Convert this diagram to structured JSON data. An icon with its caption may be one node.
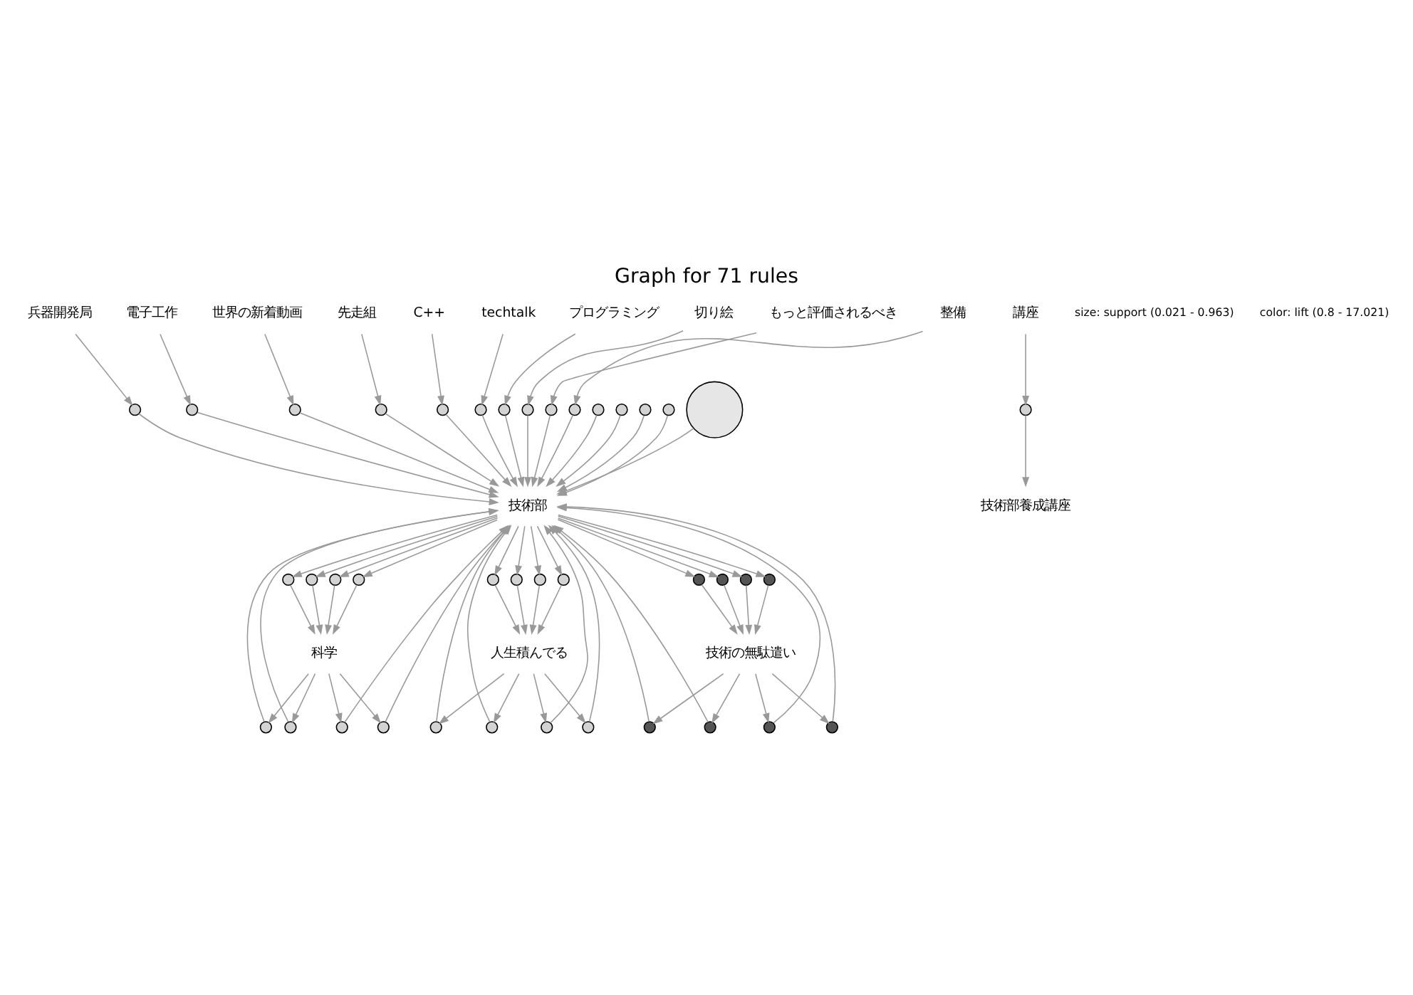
{
  "diagram": {
    "title": "Graph for 71 rules",
    "nodes": [
      {
        "text": [
          "兵器開発局"
        ]
      },
      {
        "text": [
          "電子工作"
        ]
      },
      {
        "text": [
          "世界の新着動画"
        ]
      },
      {
        "text": [
          "先走組"
        ]
      },
      {
        "text": [
          "C++"
        ]
      },
      {
        "text": [
          "techtalk"
        ]
      },
      {
        "text": [
          "プログラミング"
        ]
      },
      {
        "text": [
          "切り絵"
        ]
      },
      {
        "text": [
          "もっと評価されるべき"
        ]
      },
      {
        "text": [
          "整備"
        ]
      },
      {
        "text": [
          "技術部養成講座"
        ]
      },
      {
        "text": [
          "講座"
        ]
      },
      {
        "text": [
          "技術部"
        ]
      },
      {
        "text": [
          "科学"
        ]
      },
      {
        "text": [
          "技術の無駄遣い"
        ]
      },
      {
        "text": [
          "人生積んでる"
        ]
      },
      {
        "text": [],
        "shape": "circle"
      },
      {
        "text": [],
        "shape": "circle"
      },
      {
        "text": [],
        "shape": "circle"
      },
      {
        "text": [],
        "shape": "circle"
      },
      {
        "text": [],
        "shape": "circle"
      },
      {
        "text": [],
        "shape": "circle"
      },
      {
        "text": [],
        "shape": "circle"
      },
      {
        "text": [],
        "shape": "circle"
      },
      {
        "text": [],
        "shape": "circle"
      },
      {
        "text": [],
        "shape": "circle"
      },
      {
        "text": [],
        "shape": "circle"
      },
      {
        "text": [],
        "shape": "circle"
      },
      {
        "text": [],
        "shape": "circle"
      },
      {
        "text": [],
        "shape": "circle"
      },
      {
        "text": [],
        "shape": "circle"
      },
      {
        "text": [],
        "shape": "circle"
      },
      {
        "text": [],
        "shape": "circle"
      },
      {
        "text": [],
        "shape": "circle"
      },
      {
        "text": [],
        "shape": "circle"
      },
      {
        "text": [],
        "shape": "circle"
      },
      {
        "text": [],
        "shape": "circle"
      },
      {
        "text": [],
        "shape": "circle"
      },
      {
        "text": [],
        "shape": "circle"
      },
      {
        "text": [],
        "shape": "circle"
      },
      {
        "text": [],
        "shape": "circle"
      },
      {
        "text": [],
        "shape": "circle"
      },
      {
        "text": [],
        "shape": "circle"
      },
      {
        "text": [],
        "shape": "circle"
      },
      {
        "text": [],
        "shape": "circle"
      },
      {
        "text": [],
        "shape": "circle"
      },
      {
        "text": [],
        "shape": "circle"
      },
      {
        "text": [],
        "shape": "circle"
      },
      {
        "text": [],
        "shape": "circle"
      },
      {
        "text": [],
        "shape": "circle"
      },
      {
        "text": [],
        "shape": "circle"
      },
      {
        "text": [],
        "shape": "circle"
      },
      {
        "text": [],
        "shape": "circle"
      },
      {
        "text": [],
        "shape": "circle"
      },
      {
        "text": [],
        "shape": "circle"
      },
      {
        "text": [],
        "shape": "circle"
      }
    ],
    "edges": [
      {
        "from": 0,
        "to": 16,
        "arrow": "to"
      },
      {
        "from": 16,
        "to": 12,
        "arrow": "to"
      },
      {
        "from": 1,
        "to": 17,
        "arrow": "to"
      },
      {
        "from": 17,
        "to": 12,
        "arrow": "to"
      },
      {
        "from": 2,
        "to": 18,
        "arrow": "to"
      },
      {
        "from": 18,
        "to": 12,
        "arrow": "to"
      },
      {
        "from": 3,
        "to": 19,
        "arrow": "to"
      },
      {
        "from": 19,
        "to": 12,
        "arrow": "to"
      },
      {
        "from": 4,
        "to": 20,
        "arrow": "to"
      },
      {
        "from": 20,
        "to": 12,
        "arrow": "to"
      },
      {
        "from": 5,
        "to": 21,
        "arrow": "to"
      },
      {
        "from": 21,
        "to": 12,
        "arrow": "to"
      },
      {
        "from": 6,
        "to": 22,
        "arrow": "to"
      },
      {
        "from": 22,
        "to": 12,
        "arrow": "to"
      },
      {
        "from": 7,
        "to": 23,
        "arrow": "to"
      },
      {
        "from": 23,
        "to": 12,
        "arrow": "to"
      },
      {
        "from": 8,
        "to": 24,
        "arrow": "to"
      },
      {
        "from": 24,
        "to": 12,
        "arrow": "to"
      },
      {
        "from": 9,
        "to": 25,
        "arrow": "to"
      },
      {
        "from": 25,
        "to": 12,
        "arrow": "to"
      },
      {
        "from": 26,
        "to": 12,
        "arrow": "to"
      },
      {
        "from": 27,
        "to": 12,
        "arrow": "to"
      },
      {
        "from": 28,
        "to": 12,
        "arrow": "to"
      },
      {
        "from": 29,
        "to": 12,
        "arrow": "to"
      },
      {
        "from": 30,
        "to": 12,
        "arrow": "to"
      },
      {
        "from": 11,
        "to": 31,
        "arrow": "to"
      },
      {
        "from": 31,
        "to": 10,
        "arrow": "to"
      },
      {
        "from": 12,
        "to": 32,
        "arrow": "to"
      },
      {
        "from": 32,
        "to": 13,
        "arrow": "to"
      },
      {
        "from": 14,
        "to": 33,
        "arrow": "to"
      },
      {
        "from": 33,
        "to": 12,
        "arrow": "to"
      },
      {
        "from": 12,
        "to": 34,
        "arrow": "to"
      },
      {
        "from": 34,
        "to": 15,
        "arrow": "to"
      },
      {
        "from": 13,
        "to": 35,
        "arrow": "to"
      },
      {
        "from": 35,
        "to": 12,
        "arrow": "to"
      },
      {
        "from": 12,
        "to": 36,
        "arrow": "to"
      },
      {
        "from": 36,
        "to": 14,
        "arrow": "to"
      },
      {
        "from": 15,
        "to": 37,
        "arrow": "to"
      },
      {
        "from": 37,
        "to": 12,
        "arrow": "to"
      },
      {
        "from": 12,
        "to": 38,
        "arrow": "to"
      },
      {
        "from": 38,
        "to": 13,
        "arrow": "to"
      },
      {
        "from": 14,
        "to": 39,
        "arrow": "to"
      },
      {
        "from": 39,
        "to": 12,
        "arrow": "to"
      },
      {
        "from": 12,
        "to": 40,
        "arrow": "to"
      },
      {
        "from": 40,
        "to": 15,
        "arrow": "to"
      },
      {
        "from": 13,
        "to": 41,
        "arrow": "to"
      },
      {
        "from": 41,
        "to": 12,
        "arrow": "to"
      },
      {
        "from": 12,
        "to": 42,
        "arrow": "to"
      },
      {
        "from": 42,
        "to": 14,
        "arrow": "to"
      },
      {
        "from": 15,
        "to": 43,
        "arrow": "to"
      },
      {
        "from": 43,
        "to": 12,
        "arrow": "to"
      },
      {
        "from": 12,
        "to": 44,
        "arrow": "to"
      },
      {
        "from": 44,
        "to": 13,
        "arrow": "to"
      },
      {
        "from": 14,
        "to": 45,
        "arrow": "to"
      },
      {
        "from": 45,
        "to": 12,
        "arrow": "to"
      },
      {
        "from": 12,
        "to": 46,
        "arrow": "to"
      },
      {
        "from": 46,
        "to": 15,
        "arrow": "to"
      },
      {
        "from": 13,
        "to": 47,
        "arrow": "to"
      },
      {
        "from": 47,
        "to": 12,
        "arrow": "to"
      },
      {
        "from": 12,
        "to": 48,
        "arrow": "to"
      },
      {
        "from": 48,
        "to": 14,
        "arrow": "to"
      },
      {
        "from": 15,
        "to": 49,
        "arrow": "to"
      },
      {
        "from": 49,
        "to": 12,
        "arrow": "to"
      },
      {
        "from": 12,
        "to": 50,
        "arrow": "to"
      },
      {
        "from": 50,
        "to": 13,
        "arrow": "to"
      },
      {
        "from": 14,
        "to": 51,
        "arrow": "to"
      },
      {
        "from": 51,
        "to": 12,
        "arrow": "to"
      },
      {
        "from": 12,
        "to": 52,
        "arrow": "to"
      },
      {
        "from": 52,
        "to": 15,
        "arrow": "to"
      },
      {
        "from": 13,
        "to": 53,
        "arrow": "to"
      },
      {
        "from": 53,
        "to": 12,
        "arrow": "to"
      },
      {
        "from": 12,
        "to": 54,
        "arrow": "to"
      },
      {
        "from": 54,
        "to": 14,
        "arrow": "to"
      },
      {
        "from": 15,
        "to": 55,
        "arrow": "to"
      },
      {
        "from": 55,
        "to": 12,
        "arrow": "to"
      }
    ],
    "labels": [
      "size: support (0.021 - 0.963)",
      "color: lift (0.8 - 17.021)"
    ]
  }
}
